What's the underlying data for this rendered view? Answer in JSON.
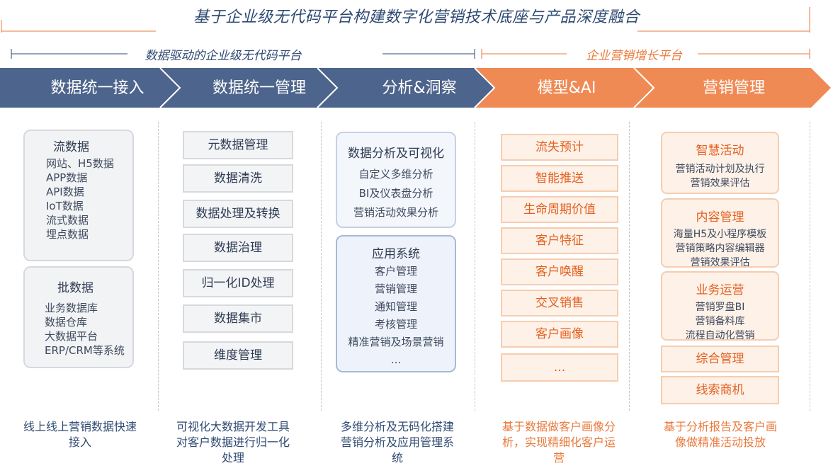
{
  "header": {
    "title": "基于企业级无代码平台构建数字化营销技术底座与产品深度融合",
    "left_section": "数据驱动的企业级无代码平台",
    "right_section": "企业营销增长平台"
  },
  "band": [
    "数据统一接入",
    "数据统一管理",
    "分析&洞察",
    "模型&AI",
    "营销管理"
  ],
  "col1": {
    "stream": {
      "title": "流数据",
      "items": [
        "网站、H5数据",
        "APP数据",
        "API数据",
        "IoT数据",
        "流式数据",
        "埋点数据"
      ]
    },
    "batch": {
      "title": "批数据",
      "items": [
        "业务数据库",
        "数据仓库",
        "大数据平台",
        "ERP/CRM等系统"
      ]
    }
  },
  "col2": [
    "元数据管理",
    "数据清洗",
    "数据处理及转换",
    "数据治理",
    "归一化ID处理",
    "数据集市",
    "维度管理"
  ],
  "col3": {
    "analysis": {
      "title": "数据分析及可视化",
      "items": [
        "自定义多维分析",
        "BI及仪表盘分析",
        "营销活动效果分析"
      ]
    },
    "apps": {
      "title": "应用系统",
      "items": [
        "客户管理",
        "营销管理",
        "通知管理",
        "考核管理",
        "精准营销及场景营销",
        "..."
      ]
    }
  },
  "col4": [
    "流失预计",
    "智能推送",
    "生命周期价值",
    "客户特征",
    "客户唤醒",
    "交叉销售",
    "客户画像",
    "..."
  ],
  "col5": {
    "smart": {
      "title": "智慧活动",
      "items": [
        "营销活动计划及执行",
        "营销效果评估"
      ]
    },
    "content": {
      "title": "内容管理",
      "items": [
        "海量H5及小程序模板",
        "营销策略内容编辑器",
        "营销效果评估"
      ]
    },
    "ops": {
      "title": "业务运营",
      "items": [
        "营销罗盘BI",
        "营销备料库",
        "流程自动化营销"
      ]
    },
    "general": "综合管理",
    "leads": "线索商机"
  },
  "footer": [
    "线上线上营销数据快速接入",
    "可视化大数据开发工具对客户数据进行归一化处理",
    "多维分析及无码化搭建营销分析及应用管理系统",
    "基于数据做客户画像分析，实现精细化客户运营",
    "基于分析报告及客户画像做精准活动投放"
  ],
  "colors": {
    "navy": "#4d648c",
    "orange": "#f08a55",
    "orange_text": "#e4601f"
  }
}
